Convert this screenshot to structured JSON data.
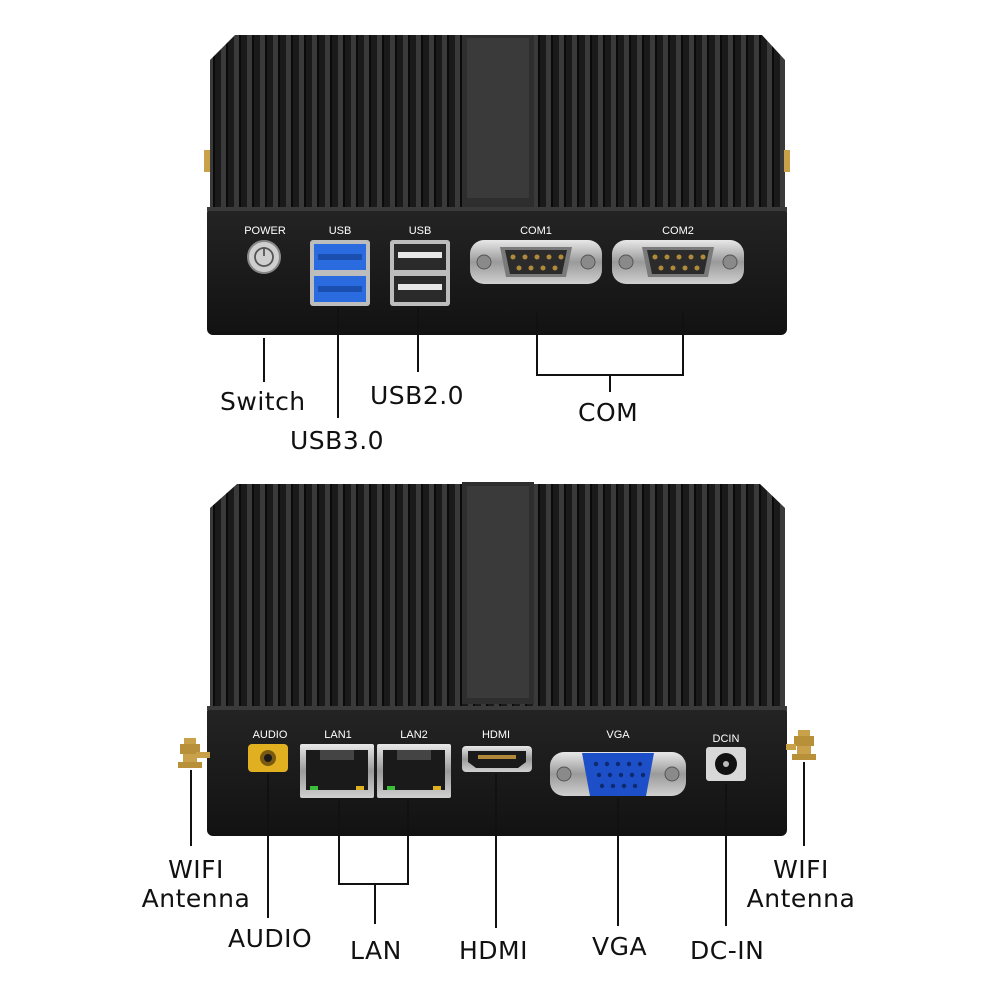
{
  "colors": {
    "background": "#ffffff",
    "chassis": "#1e1e1e",
    "panel": "#161616",
    "usb3_blue": "#2a6ce0",
    "vga_blue": "#1d4fc9",
    "audio_gold": "#e0b020",
    "antenna_gold": "#c9a14a",
    "callout_line": "#111111"
  },
  "top_unit": {
    "port_labels": {
      "power": "POWER",
      "usb_left": "USB",
      "usb_right": "USB",
      "com1": "COM1",
      "com2": "COM2"
    },
    "callouts": {
      "switch": "Switch",
      "usb3": "USB3.0",
      "usb2": "USB2.0",
      "com": "COM"
    }
  },
  "bottom_unit": {
    "port_labels": {
      "audio": "AUDIO",
      "lan1": "LAN1",
      "lan2": "LAN2",
      "hdmi": "HDMI",
      "vga": "VGA",
      "dcin": "DCIN"
    },
    "callouts": {
      "wifi_left_line1": "WIFI",
      "wifi_left_line2": "Antenna",
      "audio": "AUDIO",
      "lan": "LAN",
      "hdmi": "HDMI",
      "vga": "VGA",
      "dcin": "DC-IN",
      "wifi_right_line1": "WIFI",
      "wifi_right_line2": "Antenna"
    }
  },
  "icons": [
    "power-icon",
    "usb3-port-icon",
    "usb2-port-icon",
    "db9-serial-port-icon",
    "rj45-port-icon",
    "hdmi-port-icon",
    "vga-port-icon",
    "dc-jack-icon",
    "audio-jack-icon",
    "antenna-icon"
  ]
}
